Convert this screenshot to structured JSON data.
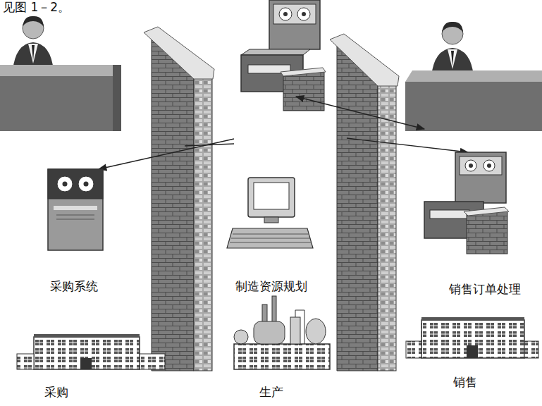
{
  "diagram": {
    "labels": [
      "见图 1－2。",
      "采购系统",
      "制造资源规划",
      "销售订单处理",
      "采购",
      "生产",
      "销售"
    ]
  }
}
